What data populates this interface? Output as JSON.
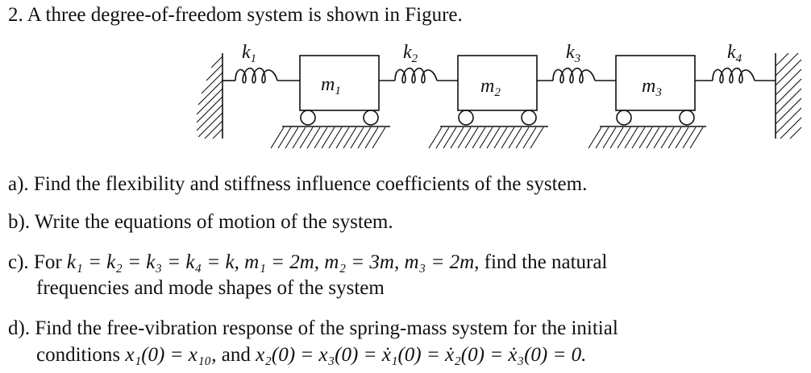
{
  "problem": {
    "number": "2.",
    "statement": "A three degree-of-freedom system is shown in Figure."
  },
  "figure": {
    "springs": [
      {
        "sym": "k",
        "sub": "1"
      },
      {
        "sym": "k",
        "sub": "2"
      },
      {
        "sym": "k",
        "sub": "3"
      },
      {
        "sym": "k",
        "sub": "4"
      }
    ],
    "masses": [
      {
        "sym": "m",
        "sub": "1"
      },
      {
        "sym": "m",
        "sub": "2"
      },
      {
        "sym": "m",
        "sub": "3"
      }
    ]
  },
  "parts": {
    "a": {
      "label": "a).",
      "text": "Find the flexibility and stiffness influence coefficients of the system."
    },
    "b": {
      "label": "b).",
      "text": "Write the equations of motion of the system."
    },
    "c": {
      "label": "c).",
      "prefix": "For",
      "cond1": "k₁ = k₂ = k₃ = k₄ = k, m₁ = 2m, m₂ = 3m, m₃ = 2m,",
      "rest": "find the natural",
      "line2": "frequencies and mode shapes of the system"
    },
    "d": {
      "label": "d).",
      "text": "Find the free-vibration response of the spring-mass system for the initial",
      "line2_prefix": "conditions",
      "cond1": "x₁(0) = x₁₀,",
      "and": "and",
      "cond2": "x₂(0) = x₃(0) = ẋ₁(0) = ẋ₂(0) = ẋ₃(0) = 0."
    }
  }
}
